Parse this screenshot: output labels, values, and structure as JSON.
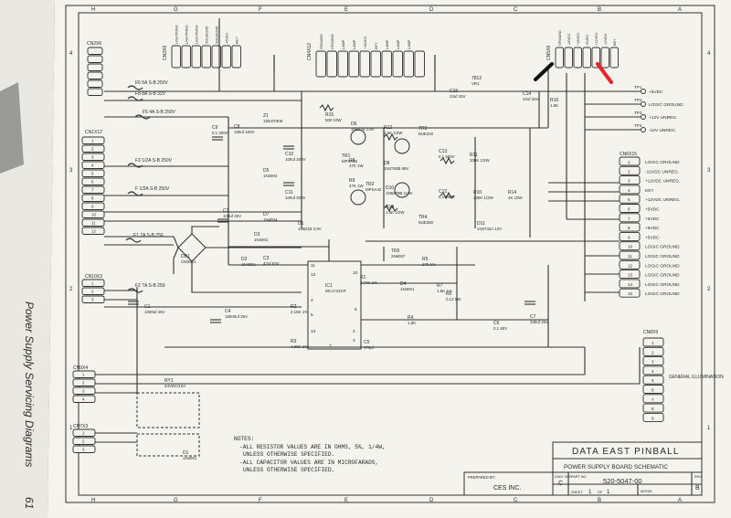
{
  "sidebar": {
    "title": "Power Supply Servicing Diagrams",
    "page_number": "61"
  },
  "grid": {
    "cols": [
      "H",
      "G",
      "F",
      "E",
      "D",
      "C",
      "B",
      "A"
    ],
    "rows": [
      "4",
      "3",
      "2",
      "1"
    ]
  },
  "connectors": {
    "cn2x6": {
      "label": "CN2X6"
    },
    "cn1x12": {
      "label": "CN1X12",
      "pins": [
        "1",
        "2",
        "3",
        "4",
        "5",
        "6",
        "7",
        "8",
        "9",
        "10",
        "11",
        "12"
      ]
    },
    "cn10x3": {
      "label": "CN10X3",
      "pins": [
        "1",
        "2",
        "3"
      ]
    },
    "cn9x4": {
      "label": "CN9X4",
      "pins": [
        "1",
        "2",
        "3",
        "4"
      ]
    },
    "cn7x3": {
      "label": "CN7X3",
      "pins": [
        "1",
        "2",
        "3"
      ]
    },
    "cn3x9": {
      "label": "CN3X9",
      "pins": [
        "LIGHTNING",
        "LIGHTNING",
        "LIGHTNING",
        "SOLENOID",
        "SOLENOID",
        "+6VDC",
        "KEY"
      ]
    },
    "cn4x12": {
      "label": "CN4X12",
      "pins": [
        "GROUND",
        "GROUND",
        "LAMP",
        "LAMP",
        "+18VDC",
        "KEY",
        "LAMP",
        "LAMP",
        "LAMP"
      ]
    },
    "cn5x8": {
      "label": "CN5X8",
      "pins": [
        "GROUND",
        "-18VDC",
        "+18VDC",
        "+5VDC",
        "+12VDC",
        "-12VDC",
        "KEY"
      ]
    },
    "cn6x15": {
      "label": "CN6X15",
      "pins": [
        "1",
        "2",
        "3",
        "4",
        "5",
        "6",
        "7",
        "8",
        "9",
        "10",
        "11",
        "12",
        "13",
        "14",
        "15"
      ],
      "signals": [
        "LOGIC GROUND",
        "-12VDC UNREG.",
        "+12VDC UNREG.",
        "KEY",
        "+12VDC UNREG.",
        "+5VDC",
        "+5VDC",
        "+5VDC",
        "+5VDC",
        "LOGIC GROUND",
        "LOGIC GROUND",
        "LOGIC GROUND",
        "LOGIC GROUND",
        "LOGIC GROUND",
        "LOGIC GROUND"
      ]
    },
    "cn8x9": {
      "label": "CN8X9",
      "pins": [
        "1",
        "2",
        "3",
        "4",
        "5",
        "6",
        "7",
        "8",
        "9"
      ],
      "note": "GENERAL ILLUMINATION"
    }
  },
  "testpoints": [
    {
      "label": "TP1",
      "signal": "+5VDC"
    },
    {
      "label": "TP2",
      "signal": "LOGIC GROUND"
    },
    {
      "label": "TP3",
      "signal": "+12V UNREG."
    },
    {
      "label": "TP4",
      "signal": "-12V UNREG."
    }
  ],
  "fuses": [
    {
      "label": "F6  5A  S-B  250V"
    },
    {
      "label": "F8  8A  S-B  32V"
    },
    {
      "label": "F5  4A  S-B  250V"
    },
    {
      "label": "F3  1/2A  S-B  250V"
    },
    {
      "label": "F  1/2A  S-B  250V"
    },
    {
      "label": "F1  7A  S-B  250"
    },
    {
      "label": "F2  7A  S-B  250"
    }
  ],
  "components": [
    {
      "label": "R15",
      "value": "500 10W"
    },
    {
      "label": "D6",
      "value": "1N5228 3.9V"
    },
    {
      "label": "R12",
      "value": "1.5K 1/2W"
    },
    {
      "label": "TR3",
      "value": "MJE340"
    },
    {
      "label": "TR1",
      "value": "MPSA92"
    },
    {
      "label": "R8",
      "value": "47K 1W"
    },
    {
      "label": "R9",
      "value": "47K 1W"
    },
    {
      "label": "TR2",
      "value": "MPSA42"
    },
    {
      "label": "D8",
      "value": "1N4760B 68V"
    },
    {
      "label": "D10",
      "value": "1N5379B 110V"
    },
    {
      "label": "R13",
      "value": "1.5K 1/2W"
    },
    {
      "label": "TR4",
      "value": "MJE350"
    },
    {
      "label": "R11",
      "value": "330K 1/2W"
    },
    {
      "label": "R10",
      "value": "330K 1/2W"
    },
    {
      "label": "C13",
      "value": "0.1 500V"
    },
    {
      "label": "C12",
      "value": "0.1 500V"
    },
    {
      "label": "R14",
      "value": "4K 10W"
    },
    {
      "label": "D11",
      "value": "1N4742A 12V"
    },
    {
      "label": "C10",
      "value": "100uf 200V"
    },
    {
      "label": "C11",
      "value": "100uf 200V"
    },
    {
      "label": "C9",
      "value": "0.1 200V"
    },
    {
      "label": "C8",
      "value": "150uf 100V"
    },
    {
      "label": "Z1",
      "value": "150470KM"
    },
    {
      "label": "D5",
      "value": "1N4004"
    },
    {
      "label": "D7",
      "value": "1N4004"
    },
    {
      "label": "D1",
      "value": "1N5228 3.9V"
    },
    {
      "label": "C15",
      "value": "22uf 25V"
    },
    {
      "label": "7812",
      "value": "VR1"
    },
    {
      "label": "C14",
      "value": "22uf 25V"
    },
    {
      "label": "R16",
      "value": "1.5K"
    },
    {
      "label": "C2",
      "value": "100uf 25V"
    },
    {
      "label": "D3",
      "value": "1N4001"
    },
    {
      "label": "C3",
      "value": "47uf 63V"
    },
    {
      "label": "D2",
      "value": "1N4001"
    },
    {
      "label": "DB1",
      "value": "CM3501"
    },
    {
      "label": "TR5",
      "value": "2N6057"
    },
    {
      "label": "R5",
      "value": "270 1%"
    },
    {
      "label": "R6",
      "value": "0.12 5W"
    },
    {
      "label": "R1",
      "value": "2.74K 1%"
    },
    {
      "label": "D4",
      "value": "1N4001"
    },
    {
      "label": "R7",
      "value": "1.5K 1%"
    },
    {
      "label": "IC1",
      "value": "MC1723CP"
    },
    {
      "label": "R2",
      "value": "2.15K 1%"
    },
    {
      "label": "R3",
      "value": "4.99K 1%"
    },
    {
      "label": "R4",
      "value": "1.5K"
    },
    {
      "label": "C5",
      "value": "470pf"
    },
    {
      "label": "C6",
      "value": "0.1 50V"
    },
    {
      "label": "C7",
      "value": "330uf 25V"
    },
    {
      "label": "C1",
      "value": "1000uf 25V"
    },
    {
      "label": "C4",
      "value": "18000uf 25V"
    },
    {
      "label": "RY1",
      "value": "24VDC/10A"
    },
    {
      "label": "D1",
      "value": "1N4001"
    }
  ],
  "ic_pins": [
    "11",
    "12",
    "10",
    "4",
    "5",
    "6",
    "2",
    "3",
    "13",
    "7"
  ],
  "notes": {
    "title": "NOTES:",
    "line1": "-ALL RESISTOR VALUES ARE IN OHMS, 5%, 1/4W,",
    "line2": "UNLESS OTHERWISE SPECIFIED.",
    "line3": "-ALL CAPACITOR VALUES ARE IN MICROFARADS,",
    "line4": "UNLESS OTHERWISE SPECIFIED."
  },
  "title_block": {
    "company": "DATA EAST PINBALL",
    "drawing_title": "POWER SUPPLY BOARD SCHEMATIC",
    "prepared_by_label": "PREPARED BY:",
    "prepared_by": "CES INC.",
    "dwg_size_label": "DWG SIZE",
    "dwg_size": "C",
    "part_no_label": "PART NO.",
    "part_no": "520-5047-00",
    "rev_label": "REV",
    "rev": "B",
    "sheet_label": "SHEET",
    "sheet": "1",
    "of_label": "OF",
    "of": "1",
    "model_label": "MODEL"
  },
  "colors": {
    "paper": "#f4f3ee",
    "ink": "#2a2a2a",
    "marker_black": "#111111",
    "marker_red": "#e8242b",
    "background": "#6a6a68"
  }
}
